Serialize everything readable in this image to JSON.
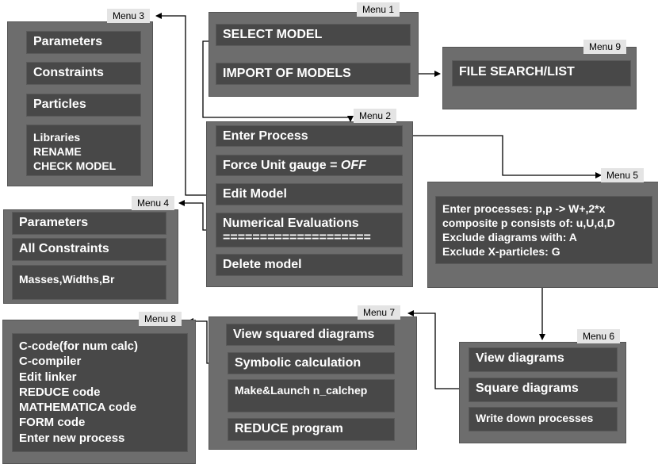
{
  "menu1": {
    "tag": "Menu 1",
    "items": [
      "SELECT MODEL",
      "IMPORT OF MODELS"
    ]
  },
  "menu9": {
    "tag": "Menu 9",
    "items": [
      "FILE SEARCH/LIST"
    ]
  },
  "menu3": {
    "tag": "Menu 3",
    "items": [
      "Parameters",
      "Constraints",
      "Particles"
    ],
    "block": [
      "Libraries",
      "RENAME",
      "CHECK MODEL"
    ]
  },
  "menu2": {
    "tag": "Menu 2",
    "items": [
      "Enter Process",
      "Edit Model",
      "Delete model"
    ],
    "gauge_label": "Force Unit gauge = ",
    "gauge_value": "OFF",
    "numerical": [
      "Numerical Evaluations",
      "===================="
    ]
  },
  "menu5": {
    "tag": "Menu 5",
    "lines": [
      "Enter processes: p,p -> W+,2*x",
      "composite p consists of: u,U,d,D",
      "Exclude diagrams with: A",
      "Exclude X-particles: G"
    ]
  },
  "menu4": {
    "tag": "Menu 4",
    "items": [
      "Parameters",
      "All Constraints",
      "Masses,Widths,Br"
    ]
  },
  "menu8": {
    "tag": "Menu 8",
    "lines": [
      "C-code(for  num calc)",
      "C-compiler",
      "Edit linker",
      "REDUCE code",
      "MATHEMATICA code",
      "FORM code",
      "Enter new process"
    ]
  },
  "menu7": {
    "tag": "Menu 7",
    "items": [
      "View squared diagrams",
      "Symbolic calculation",
      "Make&Launch n_calchep",
      "REDUCE program"
    ]
  },
  "menu6": {
    "tag": "Menu 6",
    "items": [
      "View diagrams",
      "Square diagrams",
      "Write down processes"
    ]
  }
}
